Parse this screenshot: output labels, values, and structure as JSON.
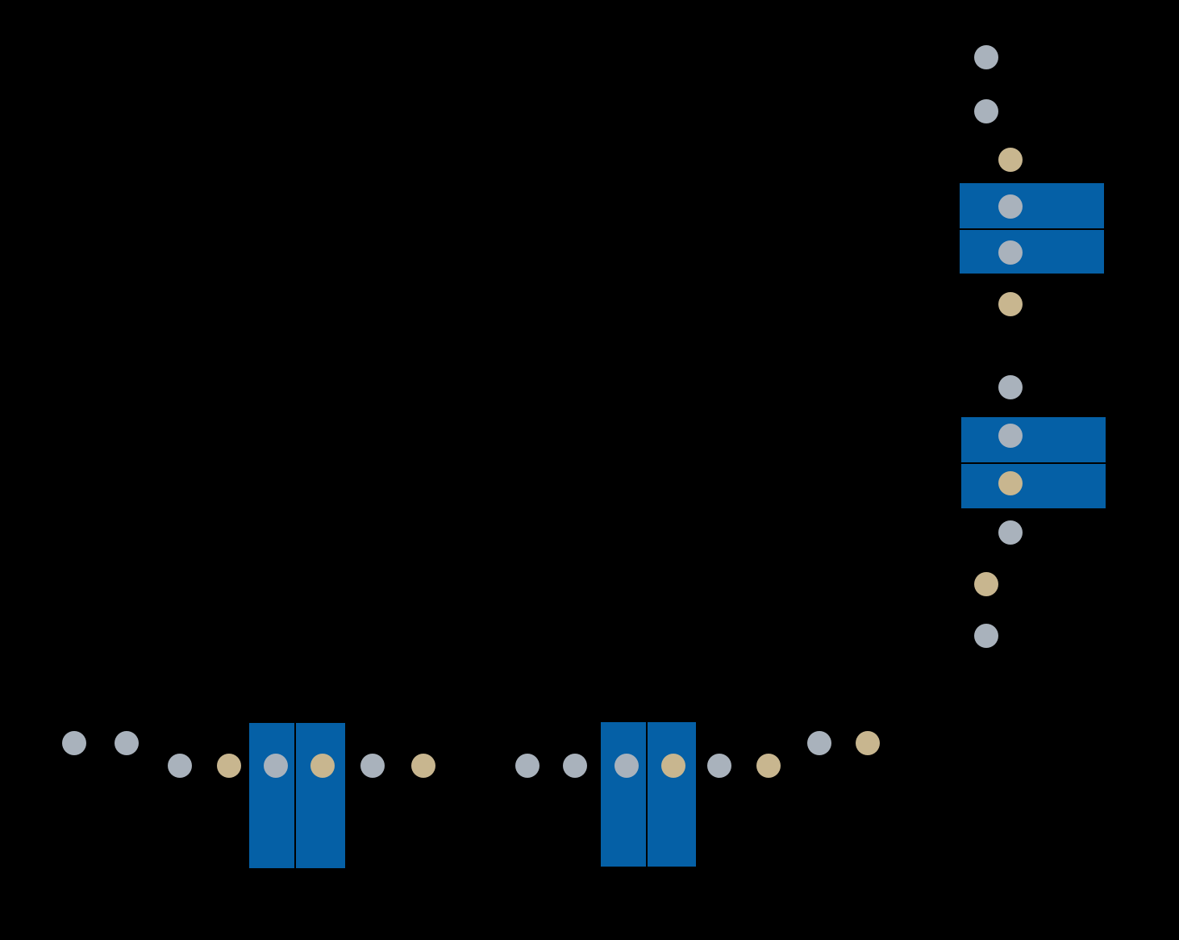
{
  "colors": {
    "background": "#000000",
    "block_fill": "#0560a6",
    "block_divider": "#000000",
    "particle_grey": "#a9b2bc",
    "particle_tan": "#c8b68f"
  },
  "diagram": {
    "groups": [
      {
        "name": "bottom-left-assembly",
        "orientation": "horizontal-row",
        "block_cells": 2,
        "particle_sequence": [
          "grey",
          "grey",
          "grey",
          "tan",
          "grey",
          "tan",
          "grey",
          "tan"
        ]
      },
      {
        "name": "bottom-middle-assembly",
        "orientation": "horizontal-row",
        "block_cells": 2,
        "particle_sequence": [
          "grey",
          "grey",
          "grey",
          "tan",
          "grey",
          "tan",
          "grey",
          "tan"
        ]
      },
      {
        "name": "upper-right-assembly",
        "orientation": "vertical-column",
        "block_cells": 2,
        "particle_sequence": [
          "grey",
          "grey",
          "tan",
          "grey",
          "grey",
          "tan"
        ]
      },
      {
        "name": "lower-right-assembly",
        "orientation": "vertical-column",
        "block_cells": 2,
        "particle_sequence": [
          "grey",
          "grey",
          "tan",
          "grey",
          "tan",
          "grey"
        ]
      }
    ]
  }
}
